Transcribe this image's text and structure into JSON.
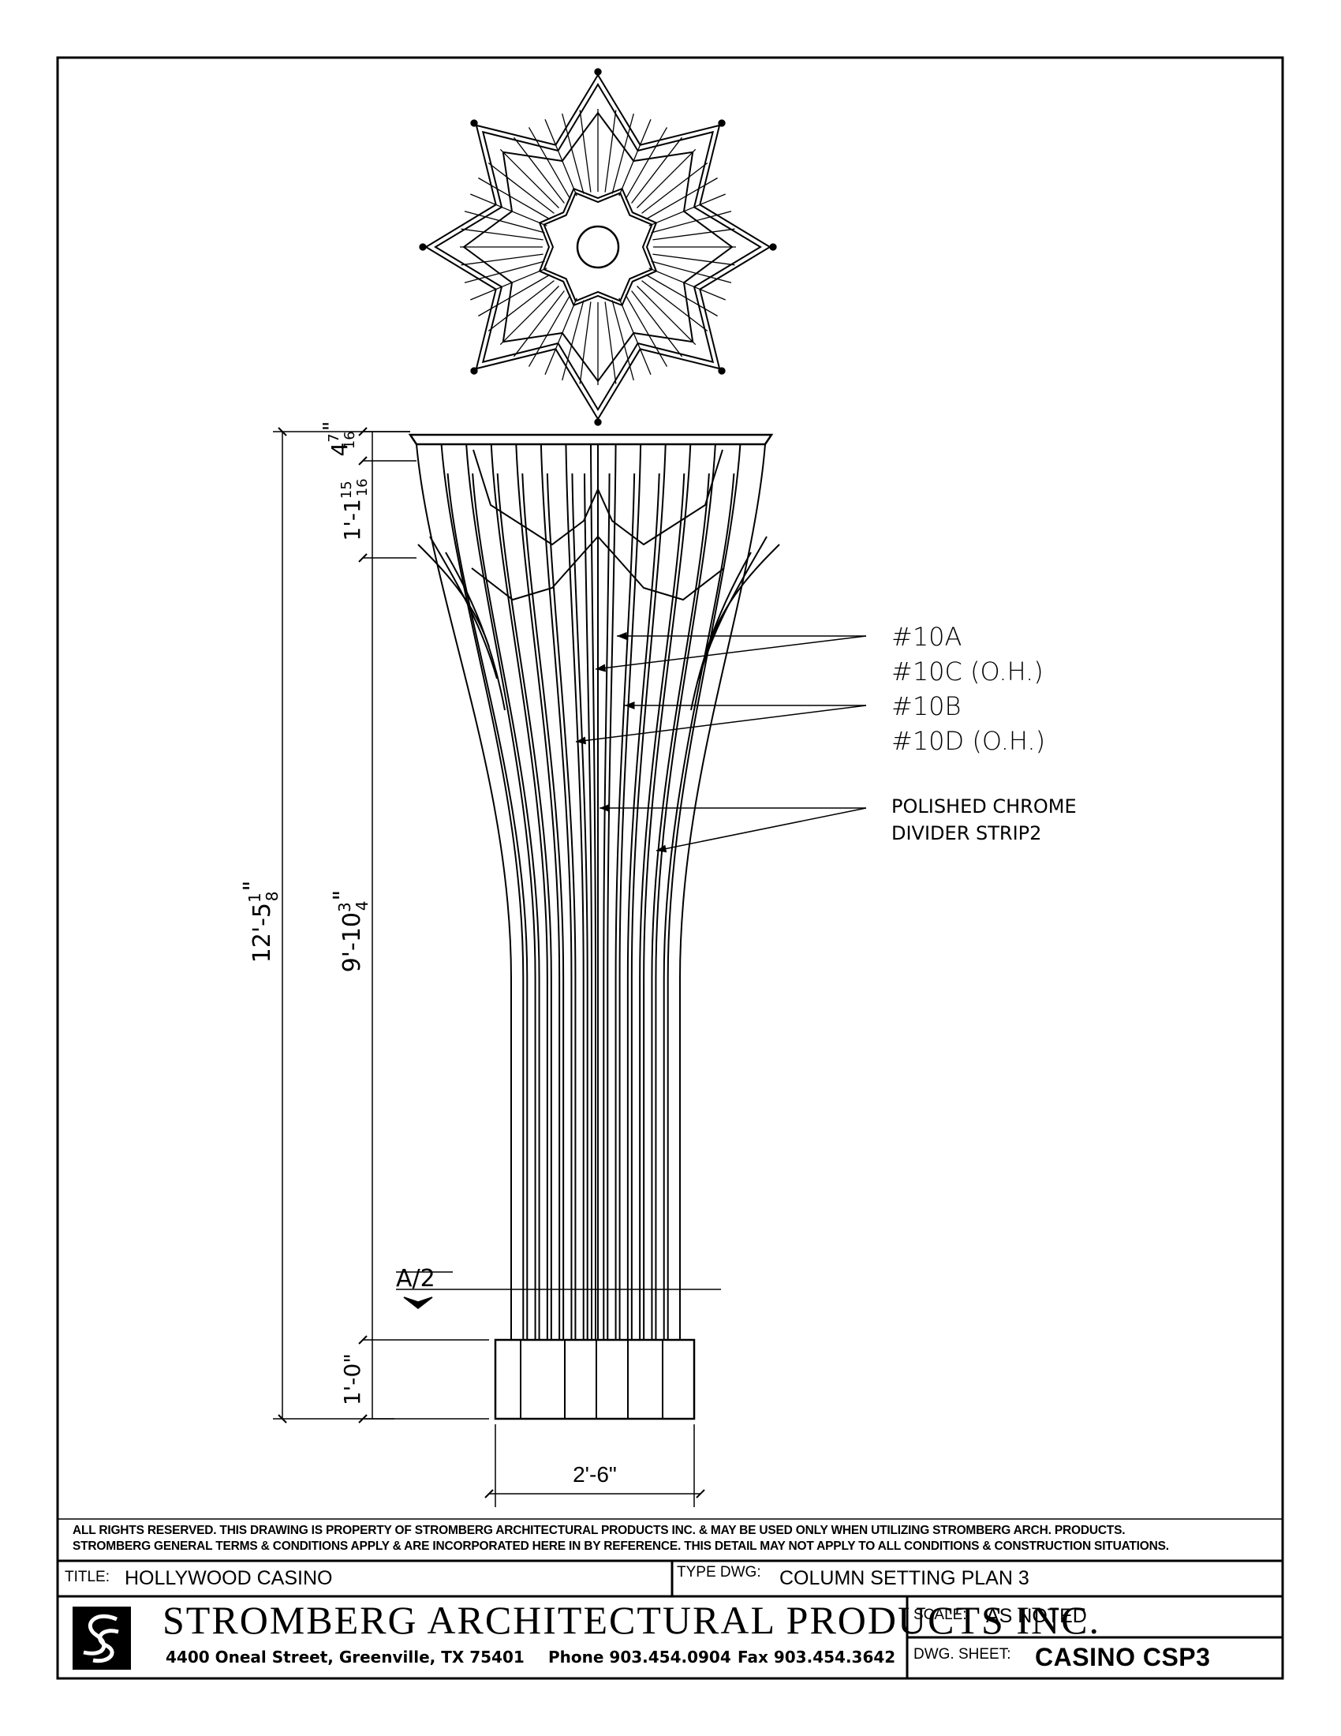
{
  "callouts": {
    "c10a": "#10A",
    "c10c": "#10C (O.H.)",
    "c10b": "#10B",
    "c10d": "#10D (O.H.)",
    "chrome1": "POLISHED CHROME",
    "chrome2": "DIVIDER STRIP2"
  },
  "dimensions": {
    "overall": "12'-5",
    "overall_frac_num": "1",
    "overall_frac_den": "8",
    "overall_mark": "\"",
    "shaft": "9'-10",
    "shaft_frac_num": "3",
    "shaft_frac_den": "4",
    "shaft_mark": "\"",
    "cap_mid": "1'-1",
    "cap_mid_frac_num": "15",
    "cap_mid_frac_den": "16",
    "cap_top": "4",
    "cap_top_frac_num": "7",
    "cap_top_frac_den": "16",
    "cap_top_mark": "\"",
    "base": "1'-0\"",
    "width": "2'-6\""
  },
  "section_marker": "A/2",
  "notes": {
    "line1": "ALL RIGHTS RESERVED. THIS DRAWING IS PROPERTY OF STROMBERG ARCHITECTURAL PRODUCTS INC. & MAY BE USED ONLY WHEN UTILIZING STROMBERG ARCH. PRODUCTS.",
    "line2": "STROMBERG GENERAL TERMS & CONDITIONS APPLY & ARE INCORPORATED HERE IN BY REFERENCE. THIS DETAIL MAY NOT APPLY TO ALL CONDITIONS & CONSTRUCTION SITUATIONS."
  },
  "title_block": {
    "title_label": "TITLE:",
    "title_value": "HOLLYWOOD CASINO",
    "type_label": "TYPE DWG:",
    "type_value": "COLUMN SETTING PLAN 3",
    "company": "STROMBERG ARCHITECTURAL PRODUCTS INC.",
    "address": "4400 Oneal Street, Greenville, TX 75401",
    "phone": "Phone 903.454.0904",
    "fax": "Fax 903.454.3642",
    "scale_label": "SCALE:",
    "scale_value": "AS NOTED",
    "sheet_label": "DWG. SHEET:",
    "sheet_value": "CASINO CSP3"
  }
}
